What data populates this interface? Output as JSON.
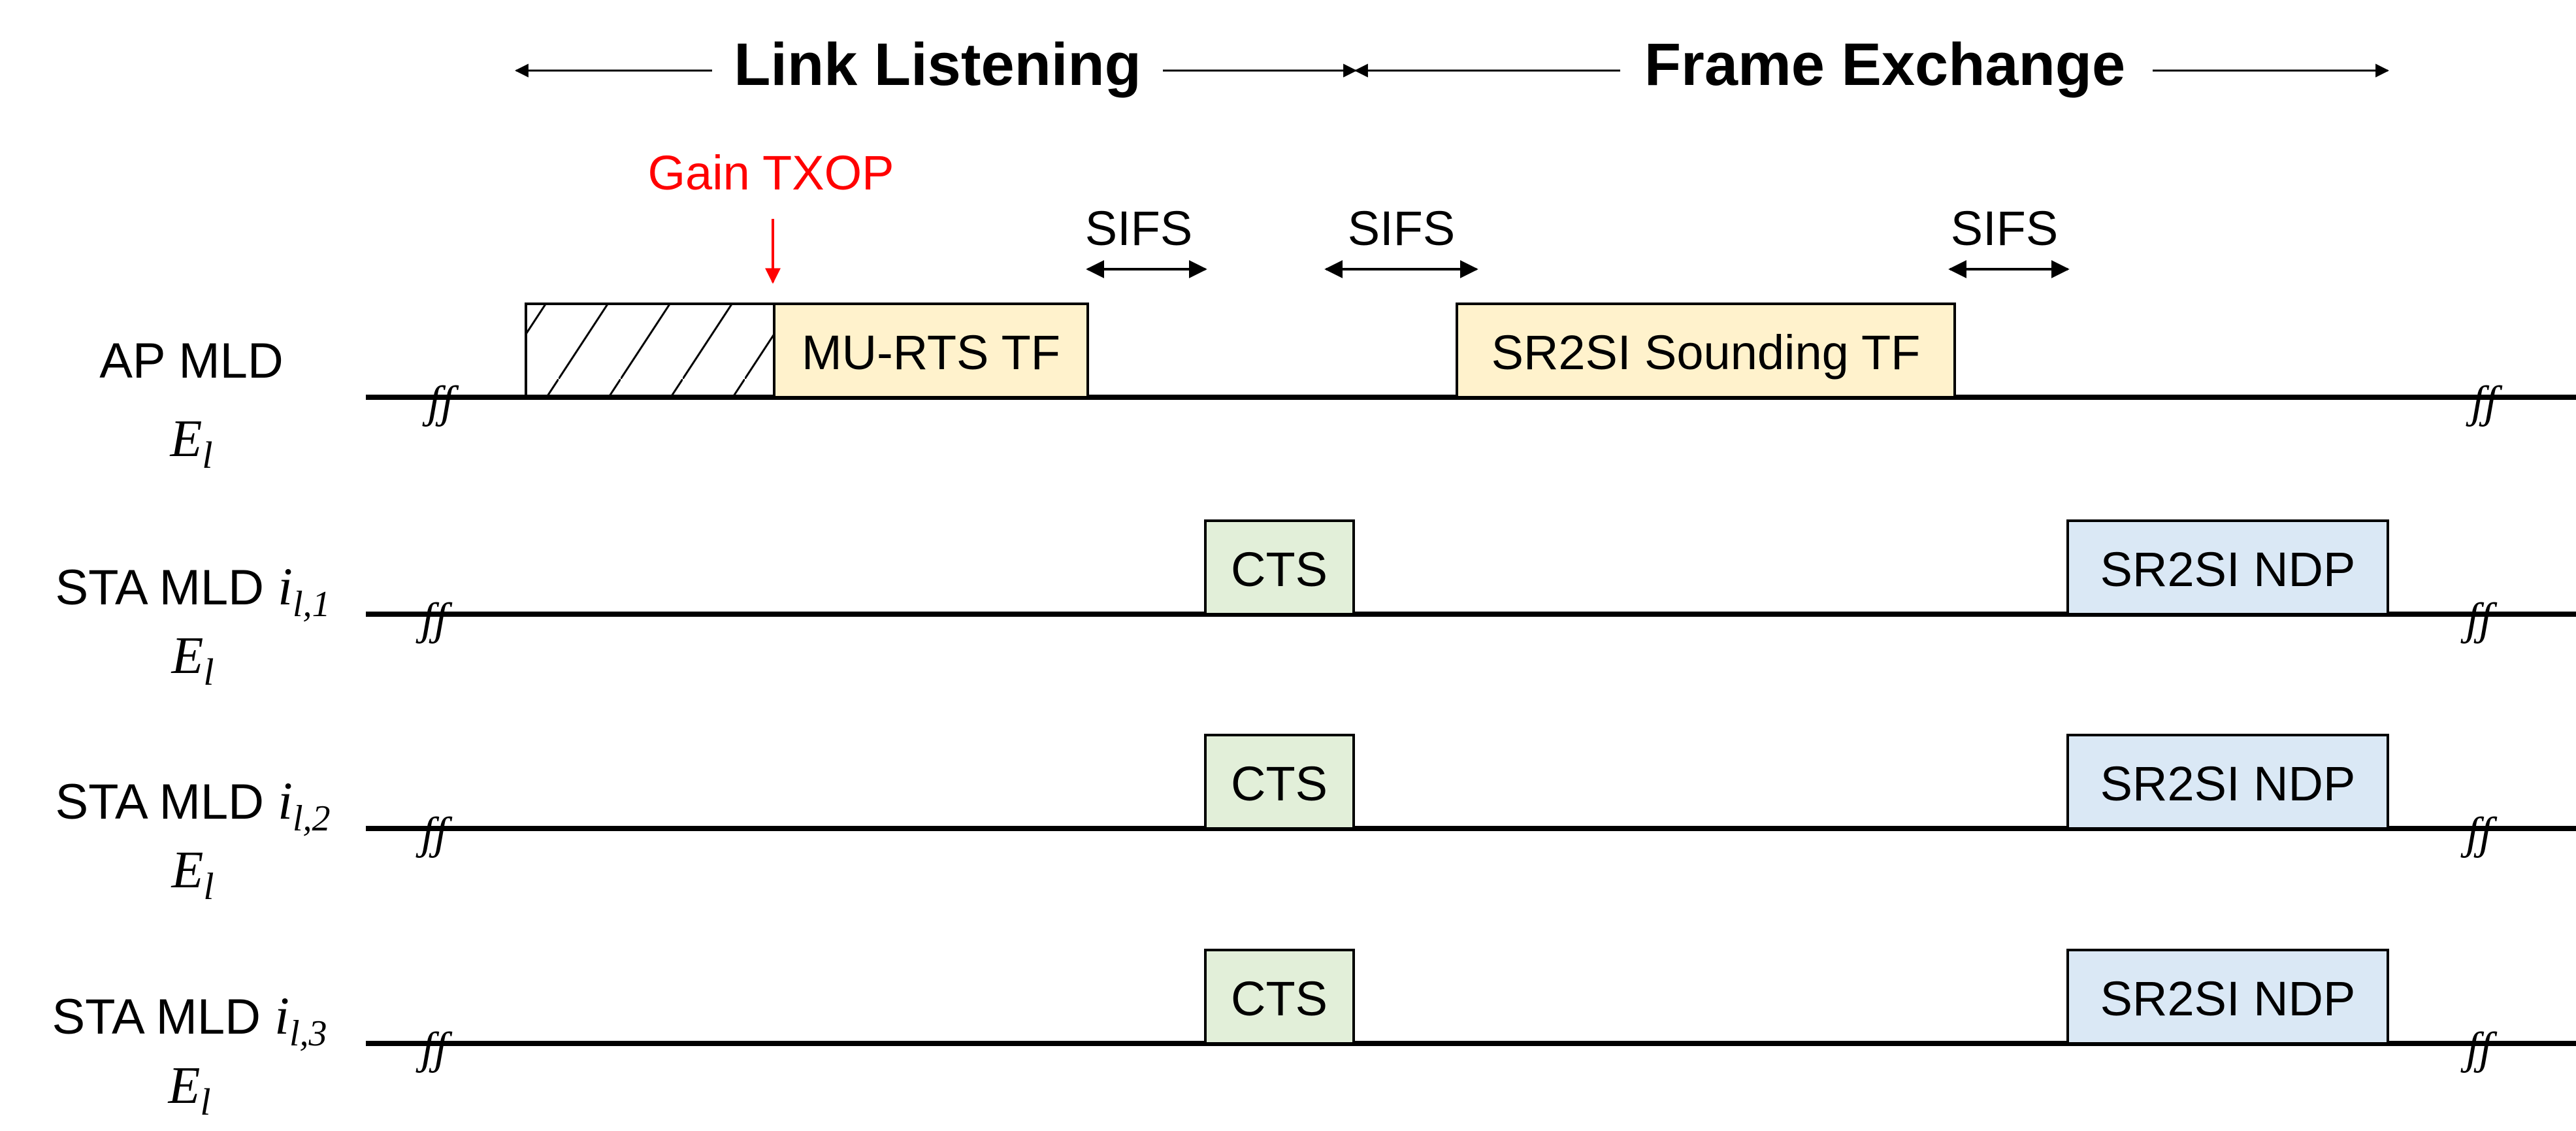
{
  "phases": {
    "link_listening": "Link Listening",
    "frame_exchange": "Frame Exchange"
  },
  "annotations": {
    "gain_txop": "Gain TXOP",
    "sifs_1": "SIFS",
    "sifs_2": "SIFS",
    "sifs_3": "SIFS"
  },
  "rows": [
    {
      "name": "AP MLD",
      "sub": "",
      "link_symbol": "E",
      "link_sub": "l"
    },
    {
      "name": "STA MLD ",
      "sub": "i",
      "sub_index": "l,1",
      "link_symbol": "E",
      "link_sub": "l"
    },
    {
      "name": "STA MLD ",
      "sub": "i",
      "sub_index": "l,2",
      "link_symbol": "E",
      "link_sub": "l"
    },
    {
      "name": "STA MLD ",
      "sub": "i",
      "sub_index": "l,3",
      "link_symbol": "E",
      "link_sub": "l"
    }
  ],
  "frames": {
    "mu_rts": "MU-RTS TF",
    "sounding": "SR2SI Sounding TF",
    "cts_1": "CTS",
    "cts_2": "CTS",
    "cts_3": "CTS",
    "ndp_1": "SR2SI NDP",
    "ndp_2": "SR2SI NDP",
    "ndp_3": "SR2SI NDP"
  },
  "colors": {
    "trigger_fill": "#fff2cc",
    "cts_fill": "#e2efd9",
    "ndp_fill": "#dae8f5",
    "gain_txop": "#ff0000",
    "line": "#000000"
  },
  "break_mark": "ʃʃ"
}
